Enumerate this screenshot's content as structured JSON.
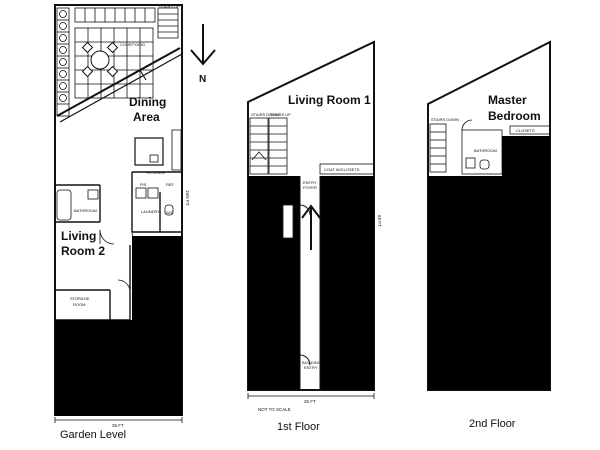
{
  "north_label": "N",
  "floors": {
    "garden": {
      "title": "Garden Level",
      "width_label": "35 FT",
      "depth_label": "15/6 FT",
      "rooms": {
        "dining_l1": "Dining",
        "dining_l2": "Area",
        "living2_l1": "Living",
        "living2_l2": "Room 2",
        "courtyard": "COURTYARD",
        "kitchen": "KITCHEN",
        "bathroom": "BATHROOM",
        "laundry": "LAUNDRY",
        "storage_l1": "STORAGE",
        "storage_l2": "ROOM",
        "stairs_up": "STAIRS UP",
        "ref": "REF",
        "wc": "W/C",
        "ps": "P/S"
      }
    },
    "first": {
      "title": "1st Floor",
      "width_label": "25 FT",
      "depth_label": "69 FT",
      "not_to_scale": "NOT TO SCALE",
      "rooms": {
        "living1": "Living Room 1",
        "stairs_down": "STAIRS DOWN",
        "stairs_up": "STAIRS UP",
        "coat": "COAT W/CLOSETS",
        "entry_l1": "ENTRY",
        "entry_l2": "FOYER",
        "bldg_l1": "BUILDING",
        "bldg_l2": "ENTRY"
      }
    },
    "second": {
      "title": "2nd Floor",
      "rooms": {
        "master_l1": "Master",
        "master_l2": "Bedroom",
        "closets": "CLOSETS",
        "stairs_down": "STAIRS DOWN",
        "bathroom": "BATHROOM"
      }
    }
  },
  "colors": {
    "line": "#111111",
    "fill": "#000000",
    "paper": "#ffffff"
  }
}
